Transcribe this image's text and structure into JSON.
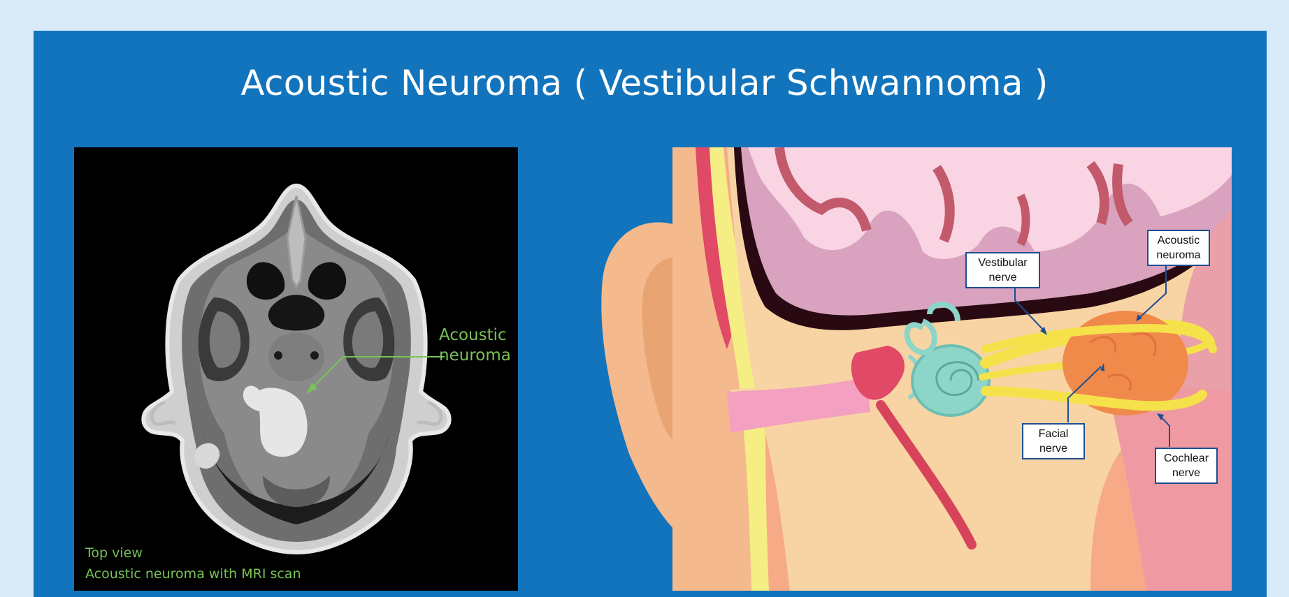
{
  "title": "Acoustic Neuroma ( Vestibular Schwannoma )",
  "mri": {
    "label": "Acoustic\nneuroma",
    "caption_line1": "Top view",
    "caption_line2": "Acoustic neuroma with MRI scan"
  },
  "anatomy": {
    "labels": {
      "vestibular_nerve": "Vestibular\nnerve",
      "acoustic_neuroma": "Acoustic\nneuroma",
      "facial_nerve": "Facial\nnerve",
      "cochlear_nerve": "Cochlear\nnerve"
    }
  },
  "colors": {
    "background": "#d9eaf8",
    "panel": "#1174bd",
    "mri_label": "#78c257",
    "callout_border": "#1d4f91",
    "tumor": "#f08a4b",
    "nerve": "#f5e14a",
    "cochlea": "#8ed5c9"
  }
}
